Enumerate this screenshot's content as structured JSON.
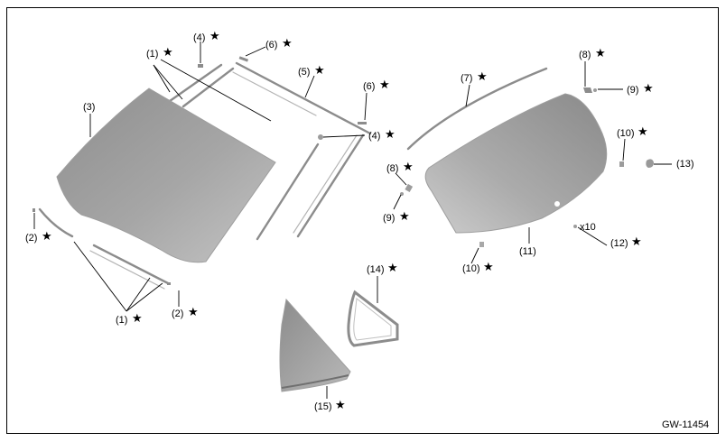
{
  "figure_code": "GW-11454",
  "star_symbol": "★",
  "quantity_note": "x10",
  "colors": {
    "glass_light": "#b4b4b4",
    "glass_dark": "#8a8a8a",
    "molding": "#8c8c8c",
    "border": "#000000"
  },
  "callouts": [
    {
      "id": "1a",
      "text": "(1)",
      "star": true
    },
    {
      "id": "4a",
      "text": "(4)",
      "star": true
    },
    {
      "id": "6a",
      "text": "(6)",
      "star": true
    },
    {
      "id": "5",
      "text": "(5)",
      "star": true
    },
    {
      "id": "6b",
      "text": "(6)",
      "star": true
    },
    {
      "id": "3",
      "text": "(3)",
      "star": false
    },
    {
      "id": "4b",
      "text": "(4)",
      "star": true
    },
    {
      "id": "2a",
      "text": "(2)",
      "star": true
    },
    {
      "id": "1b",
      "text": "(1)",
      "star": true
    },
    {
      "id": "2b",
      "text": "(2)",
      "star": true
    },
    {
      "id": "7",
      "text": "(7)",
      "star": true
    },
    {
      "id": "8a",
      "text": "(8)",
      "star": true
    },
    {
      "id": "9a",
      "text": "(9)",
      "star": true
    },
    {
      "id": "10a",
      "text": "(10)",
      "star": true
    },
    {
      "id": "13",
      "text": "(13)",
      "star": false
    },
    {
      "id": "8b",
      "text": "(8)",
      "star": true
    },
    {
      "id": "9b",
      "text": "(9)",
      "star": true
    },
    {
      "id": "11",
      "text": "(11)",
      "star": false
    },
    {
      "id": "12",
      "text": "(12)",
      "star": true
    },
    {
      "id": "10b",
      "text": "(10)",
      "star": true
    },
    {
      "id": "14",
      "text": "(14)",
      "star": true
    },
    {
      "id": "15",
      "text": "(15)",
      "star": true
    }
  ]
}
